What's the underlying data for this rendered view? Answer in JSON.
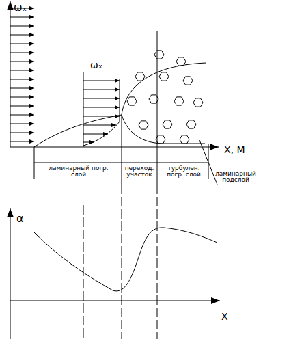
{
  "diagram": {
    "labels": [
      "ωₓ",
      "ωₓ",
      "X, M",
      "ламинарный погр. слой",
      "переход. участок",
      "турбулен. погр. слой",
      "ламинарный подслой",
      "α",
      "X"
    ]
  }
}
